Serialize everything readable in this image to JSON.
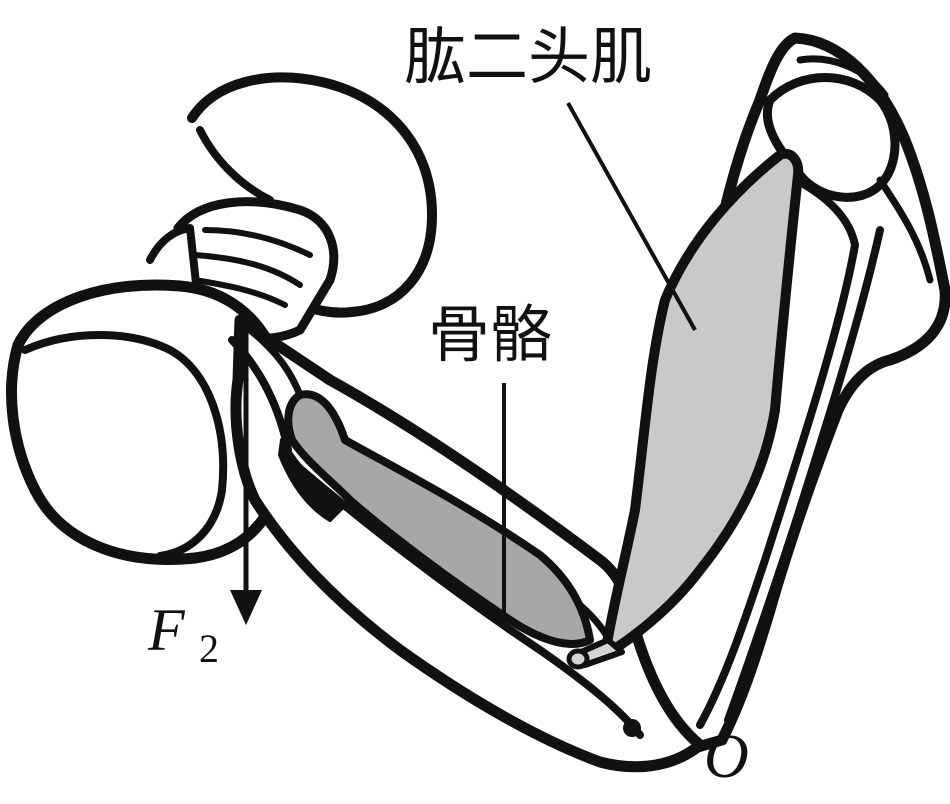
{
  "labels": {
    "biceps": "肱二头肌",
    "bone": "骨骼",
    "force_symbol": "F",
    "force_subscript": "2",
    "pivot": "O"
  },
  "colors": {
    "outline": "#111111",
    "biceps_fill": "#c9c9c9",
    "forearm_muscle_fill": "#a7a7a7",
    "tendon_fill": "#d4d4d4",
    "background": "#ffffff"
  }
}
